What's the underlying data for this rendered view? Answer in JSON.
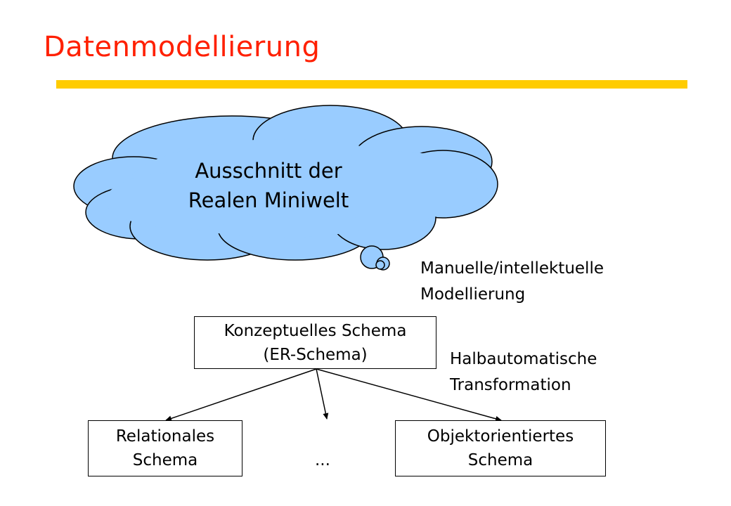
{
  "title": "Datenmodellierung",
  "colors": {
    "title": "#ff2000",
    "title_rule": "#ffcc00",
    "cloud_fill": "#99ccff",
    "lines": "#000000"
  },
  "cloud": {
    "line1": "Ausschnitt der",
    "line2": "Realen Miniwelt"
  },
  "labels": {
    "manual_line1": "Manuelle/intellektuelle",
    "manual_line2": "Modellierung",
    "auto_line1": "Halbautomatische",
    "auto_line2": "Transformation"
  },
  "boxes": {
    "conceptual": {
      "line1": "Konzeptuelles Schema",
      "line2": "(ER-Schema)"
    },
    "relational": {
      "line1": "Relationales",
      "line2": "Schema"
    },
    "object": {
      "line1": "Objektorientiertes",
      "line2": "Schema"
    }
  },
  "ellipsis": "..."
}
